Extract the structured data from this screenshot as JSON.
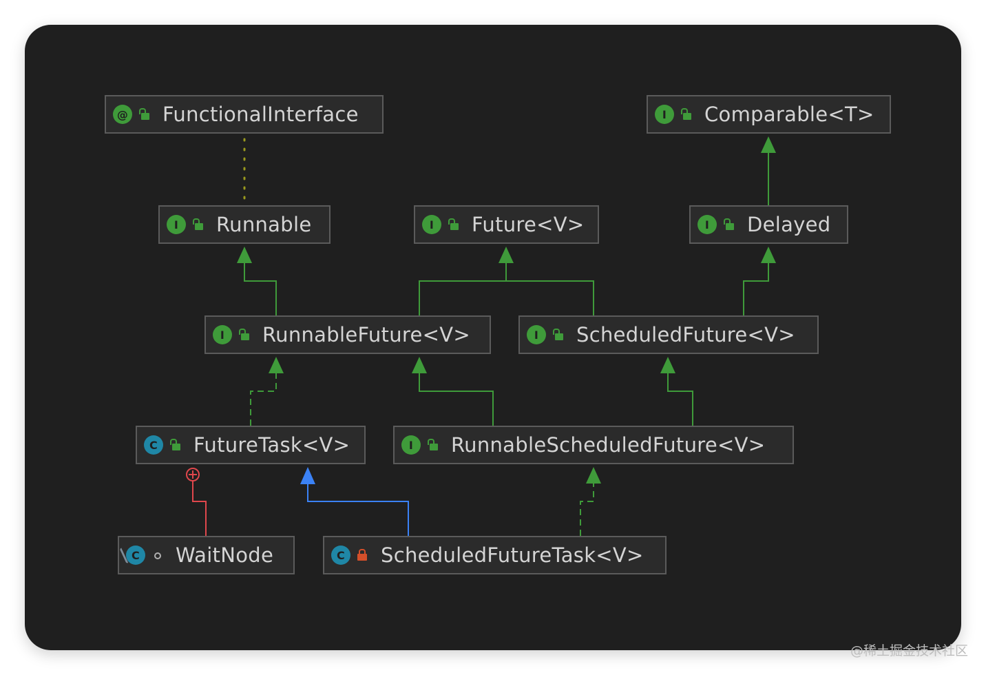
{
  "nodes": {
    "functional_interface": {
      "name": "FunctionalInterface",
      "kind_icon": "@",
      "kind": "annotation"
    },
    "comparable": {
      "name": "Comparable<T>",
      "kind_icon": "I",
      "kind": "interface"
    },
    "runnable": {
      "name": "Runnable",
      "kind_icon": "I",
      "kind": "interface"
    },
    "future": {
      "name": "Future<V>",
      "kind_icon": "I",
      "kind": "interface"
    },
    "delayed": {
      "name": "Delayed",
      "kind_icon": "I",
      "kind": "interface"
    },
    "runnable_future": {
      "name": "RunnableFuture<V>",
      "kind_icon": "I",
      "kind": "interface"
    },
    "scheduled_future": {
      "name": "ScheduledFuture<V>",
      "kind_icon": "I",
      "kind": "interface"
    },
    "future_task": {
      "name": "FutureTask<V>",
      "kind_icon": "C",
      "kind": "class"
    },
    "runnable_scheduled_future": {
      "name": "RunnableScheduledFuture<V>",
      "kind_icon": "I",
      "kind": "interface"
    },
    "wait_node": {
      "name": "WaitNode",
      "kind_icon": "C",
      "kind": "inner-class"
    },
    "scheduled_future_task": {
      "name": "ScheduledFutureTask<V>",
      "kind_icon": "C",
      "kind": "class"
    }
  },
  "edges": [
    {
      "from": "runnable",
      "to": "functional_interface",
      "type": "annotated-by",
      "style": "dotted"
    },
    {
      "from": "runnable_future",
      "to": "runnable",
      "type": "extends",
      "style": "solid"
    },
    {
      "from": "runnable_future",
      "to": "future",
      "type": "extends",
      "style": "solid"
    },
    {
      "from": "scheduled_future",
      "to": "future",
      "type": "extends",
      "style": "solid"
    },
    {
      "from": "scheduled_future",
      "to": "delayed",
      "type": "extends",
      "style": "solid"
    },
    {
      "from": "delayed",
      "to": "comparable",
      "type": "extends",
      "style": "solid"
    },
    {
      "from": "future_task",
      "to": "runnable_future",
      "type": "implements",
      "style": "dashed"
    },
    {
      "from": "runnable_scheduled_future",
      "to": "runnable_future",
      "type": "extends",
      "style": "solid"
    },
    {
      "from": "runnable_scheduled_future",
      "to": "scheduled_future",
      "type": "extends",
      "style": "solid"
    },
    {
      "from": "scheduled_future_task",
      "to": "runnable_scheduled_future",
      "type": "implements",
      "style": "dashed"
    },
    {
      "from": "scheduled_future_task",
      "to": "future_task",
      "type": "class-extends",
      "style": "solid"
    },
    {
      "from": "wait_node",
      "to": "future_task",
      "type": "inner-class",
      "style": "solid"
    }
  ],
  "colors": {
    "background": "#1f1f1f",
    "node_fill": "#2b2b2b",
    "node_border": "#5b5b5b",
    "interface_extends": "#3f9b3a",
    "class_extends": "#3b82f6",
    "inner_class": "#e0474c",
    "annotation_link": "#9a9a1e"
  },
  "watermark": "@稀土掘金技术社区"
}
